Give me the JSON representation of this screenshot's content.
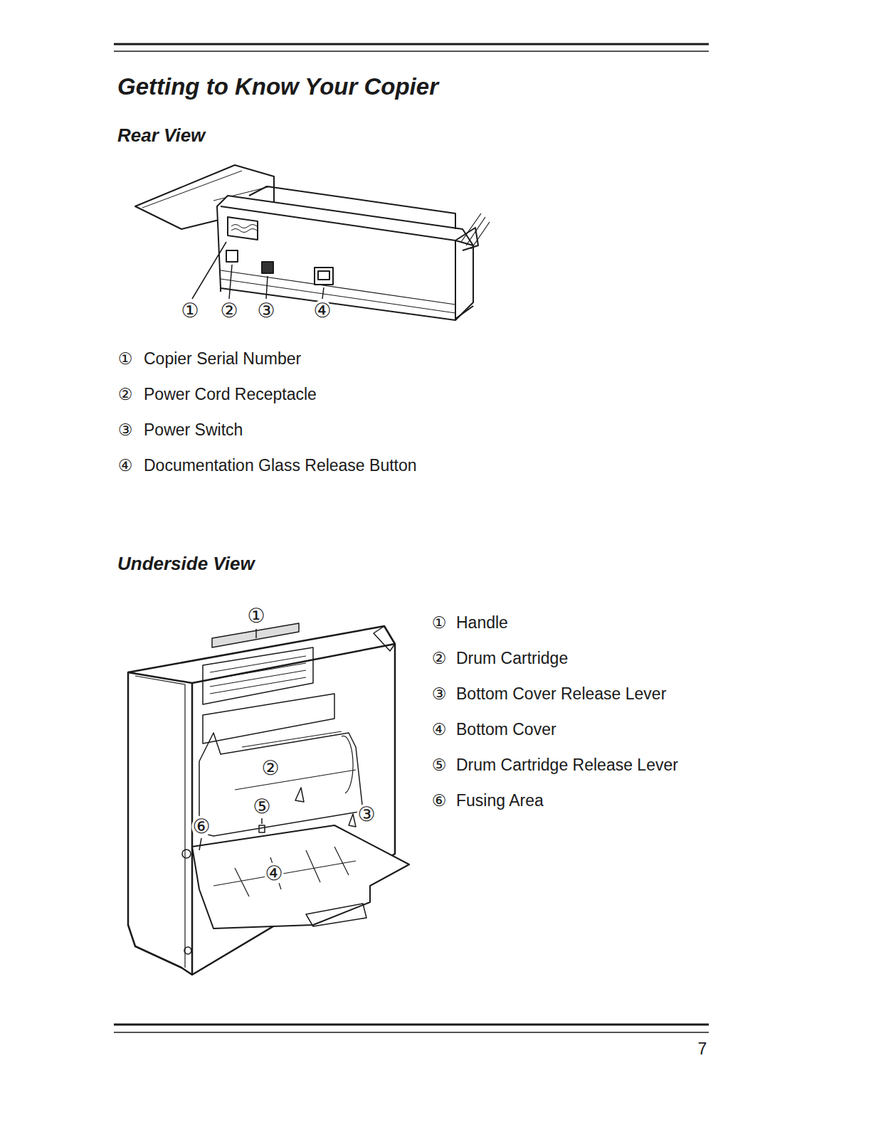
{
  "diagram": {
    "title": "Getting to Know Your Copier",
    "labels": [
      "Rear View",
      "①",
      "②",
      "③",
      "④",
      "①",
      "Copier Serial Number",
      "②",
      "Power Cord Receptacle",
      "③",
      "Power Switch",
      "④",
      "Documentation Glass Release Button",
      "Underside View",
      "①",
      "②",
      "⑤",
      "③",
      "⑥",
      "④",
      "①",
      "Handle",
      "②",
      "Drum Cartridge",
      "③",
      "Bottom Cover Release Lever",
      "④",
      "Bottom Cover",
      "⑤",
      "Drum Cartridge Release Lever",
      "⑥",
      "Fusing Area",
      "7"
    ]
  }
}
